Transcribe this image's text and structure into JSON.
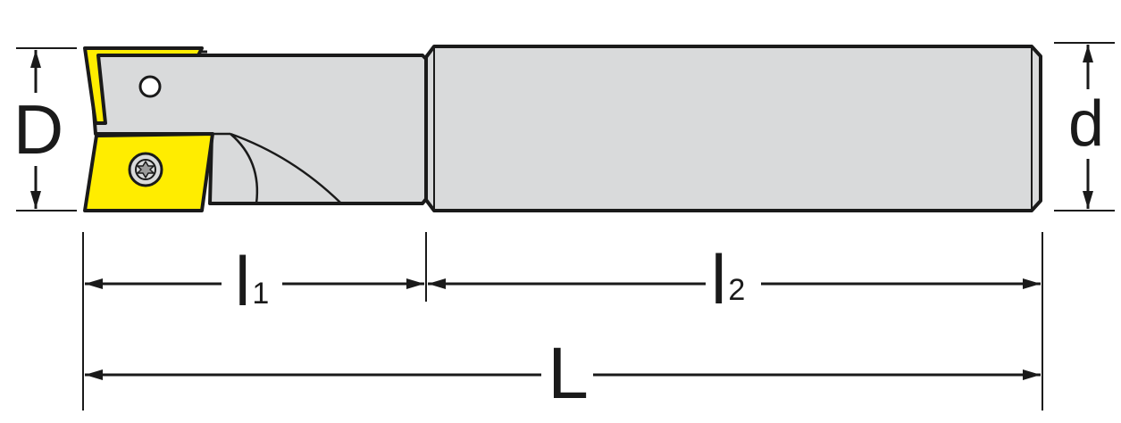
{
  "labels": {
    "D": "D",
    "d": "d",
    "l1": "l",
    "l1_sub": "1",
    "l2": "l",
    "l2_sub": "2",
    "L": "L"
  },
  "colors": {
    "insert": "#ffed00",
    "body": "#d9dadb",
    "outline": "#1a1a1a",
    "background": "#ffffff"
  },
  "icons": {
    "insert_screw": "torx-screw-icon",
    "coolant_hole": "coolant-hole-icon"
  }
}
